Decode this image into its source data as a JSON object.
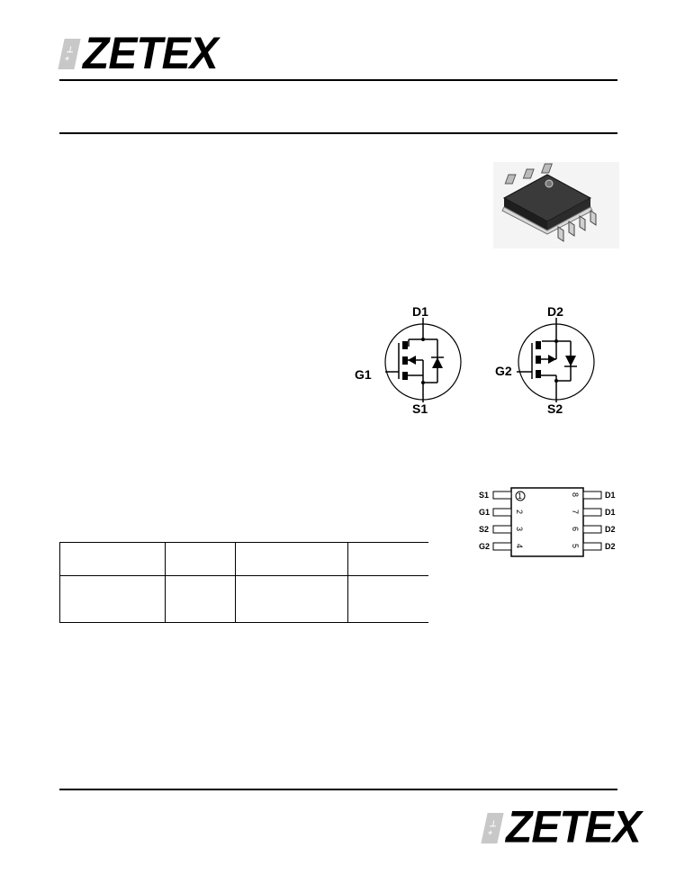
{
  "brand": {
    "name": "ZETEX"
  },
  "symbols": {
    "mosfet1": {
      "drain": "D1",
      "gate": "G1",
      "source": "S1"
    },
    "mosfet2": {
      "drain": "D2",
      "gate": "G2",
      "source": "S2"
    }
  },
  "pinout": {
    "left": [
      {
        "label": "S1",
        "num": "1"
      },
      {
        "label": "G1",
        "num": "2"
      },
      {
        "label": "S2",
        "num": "3"
      },
      {
        "label": "G2",
        "num": "4"
      }
    ],
    "right": [
      {
        "label": "D1",
        "num": "8"
      },
      {
        "label": "D1",
        "num": "7"
      },
      {
        "label": "D2",
        "num": "6"
      },
      {
        "label": "D2",
        "num": "5"
      }
    ]
  },
  "colors": {
    "logo_mark": "#c8c8c8",
    "text": "#000000"
  }
}
